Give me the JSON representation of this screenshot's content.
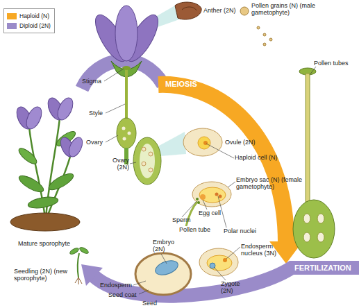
{
  "diagram": {
    "labels": [
      "Anther (2N)",
      "Pollen grains (N) (male gametophyte)",
      "Stigma",
      "MEIOSIS",
      "Pollen tubes",
      "Style",
      "Ovary",
      "Ovule (2N)",
      "Haploid cell (N)",
      "Ovary (2N)",
      "Embryo sac (N) (female gametophyte)",
      "Egg cell",
      "Sperm",
      "Polar nuclei",
      "Pollen tube",
      "Endosperm nucleus (3N)",
      "Mature sporophyte",
      "Embryo (2N)",
      "FERTILIZATION",
      "Seedling (2N) (new sporophyte)",
      "Endosperm",
      "Zygote (2N)",
      "Seed coat",
      "Seed"
    ],
    "legend": [
      {
        "text": "Haploid (N)",
        "color": "#f7a823"
      },
      {
        "text": "Diploid (2N)",
        "color": "#9a8bc9"
      }
    ]
  }
}
